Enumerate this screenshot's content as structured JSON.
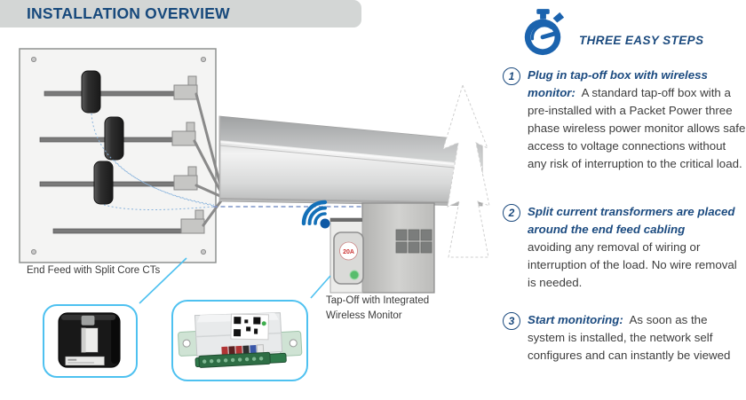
{
  "header": {
    "title": "INSTALLATION OVERVIEW"
  },
  "diagram": {
    "endfeed_caption": "End Feed with Split Core CTs",
    "tapoff_caption_line1": "Tap-Off with Integrated",
    "tapoff_caption_line2": "Wireless  Monitor",
    "monitor_rating": "20A",
    "icons": {
      "wifi": "wifi-signal-icon",
      "stopwatch": "stopwatch-icon"
    }
  },
  "steps_panel": {
    "heading": "THREE EASY STEPS",
    "steps": [
      {
        "number": "1",
        "title": "Plug in tap-off box with wireless monitor:",
        "body": "A standard tap-off box with a pre-installed with a Packet Power three phase wireless power monitor allows safe access to voltage connections without any risk of interruption to the critical load."
      },
      {
        "number": "2",
        "title": "Split current transformers are placed around the end feed  cabling",
        "body": "avoiding  any removal of wiring or interruption of the load. No wire removal is needed."
      },
      {
        "number": "3",
        "title": "Start monitoring:",
        "body": "As soon as the system is installed, the network self configures and can instantly be viewed"
      }
    ]
  },
  "colors": {
    "header_bg": "#d3d6d5",
    "accent_blue": "#1b4a7e",
    "callout_cyan": "#4ec1f0",
    "wifi_blue": "#1470b8",
    "led_green": "#58bd6d",
    "rating_red": "#cc3333"
  }
}
